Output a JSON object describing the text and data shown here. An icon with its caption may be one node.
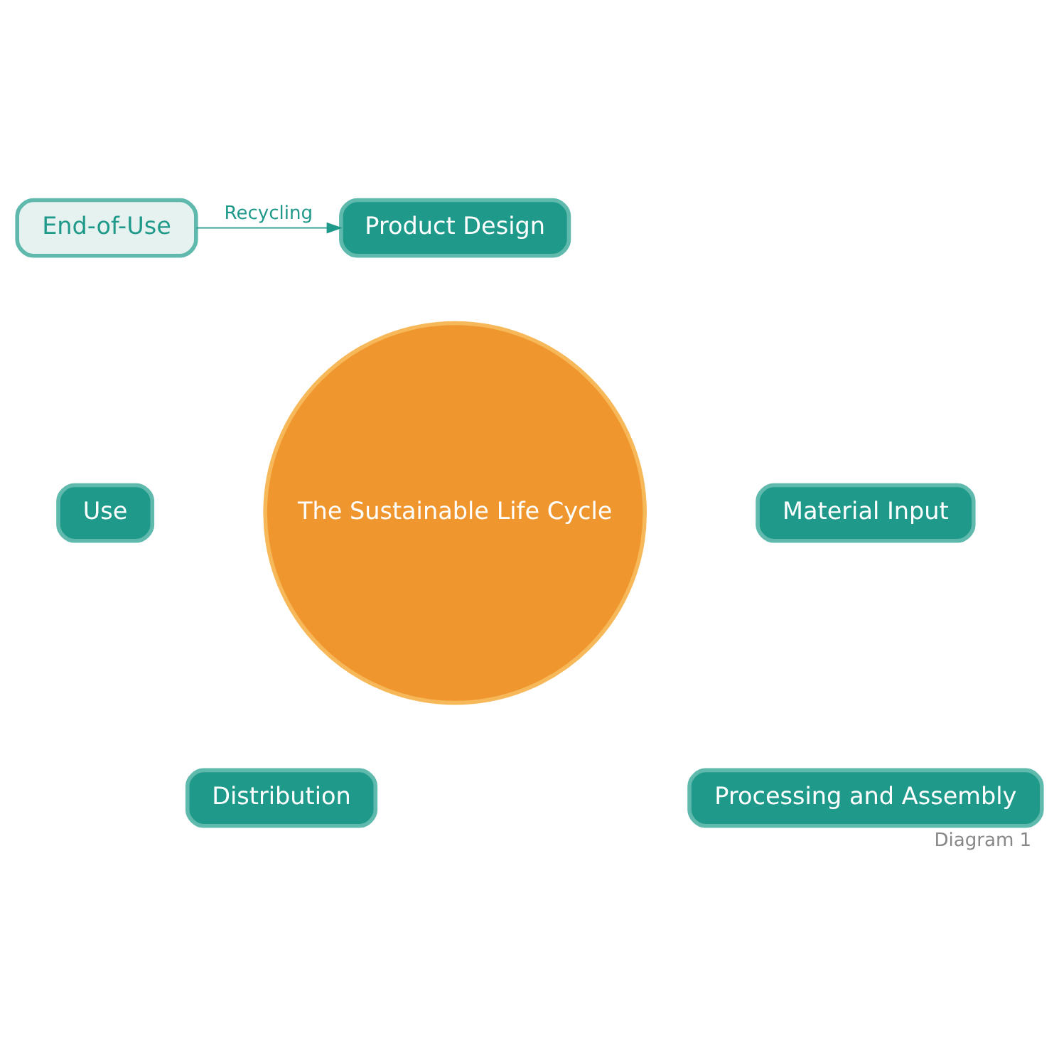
{
  "diagram": {
    "caption": "Diagram 1",
    "nodes": [
      {
        "text": [
          "Product Design"
        ]
      },
      {
        "text": [
          "Material Input"
        ]
      },
      {
        "text": [
          "Processing and Assembly"
        ]
      },
      {
        "text": [
          "Distribution"
        ]
      },
      {
        "text": [
          "Use"
        ]
      },
      {
        "text": [
          "End-of-Use"
        ]
      },
      {
        "text": [
          "The Sustainable Life Cycle"
        ]
      }
    ],
    "edges": [
      {
        "from": 5,
        "to": 0,
        "arrow": "to",
        "label": "Recycling"
      }
    ]
  }
}
